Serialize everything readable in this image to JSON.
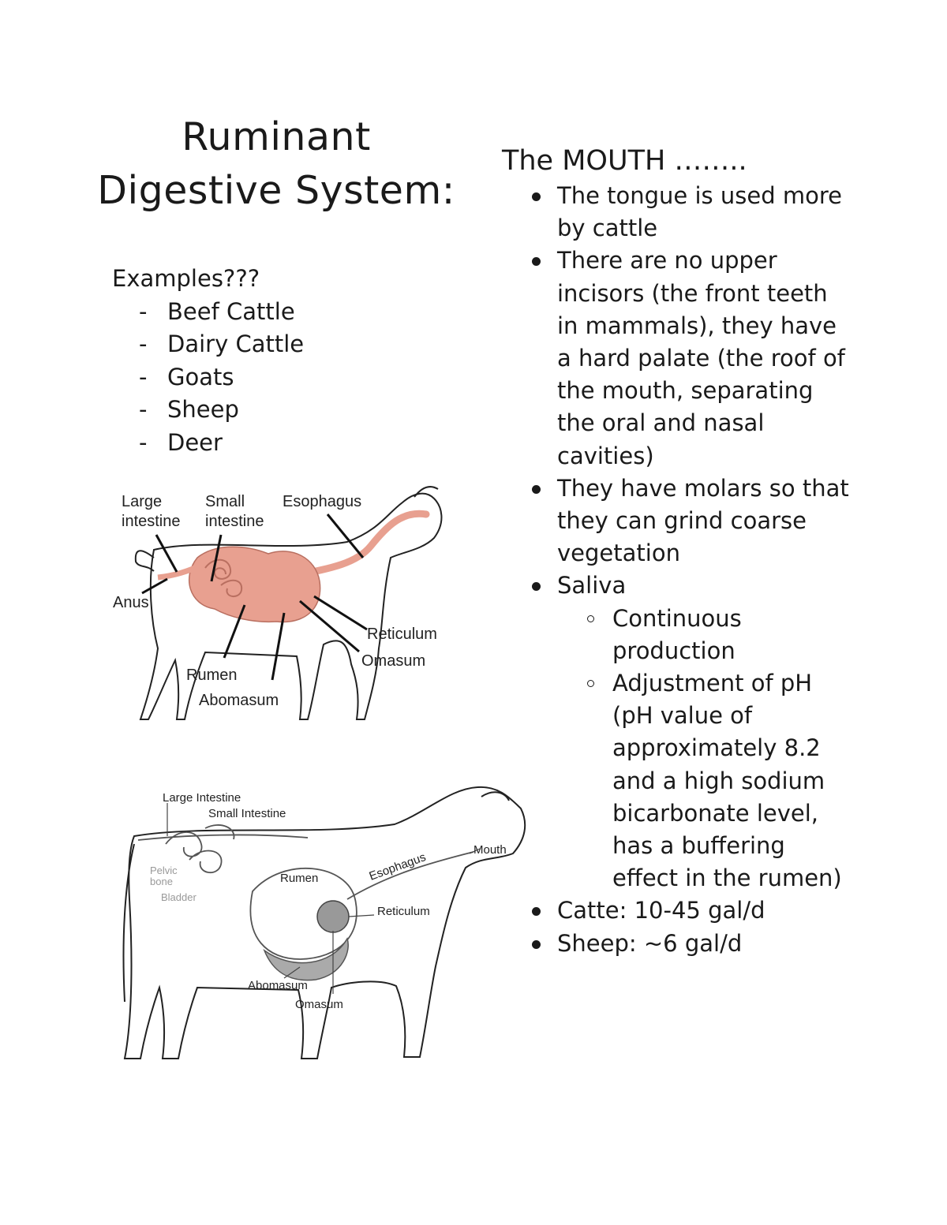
{
  "title": {
    "line1": "Ruminant",
    "line2": "Digestive System:"
  },
  "examples": {
    "heading": "Examples???",
    "items": [
      "Beef Cattle",
      "Dairy Cattle",
      "Goats",
      "Sheep",
      "Deer"
    ]
  },
  "mouth": {
    "heading": "The MOUTH ……..",
    "bullets": [
      "The tongue is used more by cattle",
      "There are no upper incisors (the front teeth in mammals), they have a hard palate (the roof of the mouth, separating the oral and nasal cavities)",
      "They have molars so that they can grind coarse vegetation",
      "Saliva"
    ],
    "saliva_sub": [
      "Continuous production",
      "Adjustment of pH (pH value of approximately 8.2 and a high sodium bicarbonate level, has a buffering effect in the rumen)"
    ],
    "bullets_after": [
      "Catte: 10-45 gal/d",
      "Sheep: ~6 gal/d"
    ]
  },
  "goat_diagram": {
    "labels": {
      "large_intestine_1": "Large",
      "large_intestine_2": "intestine",
      "small_intestine_1": "Small",
      "small_intestine_2": "intestine",
      "esophagus": "Esophagus",
      "anus": "Anus",
      "reticulum": "Reticulum",
      "omasum": "Omasum",
      "rumen": "Rumen",
      "abomasum": "Abomasum"
    },
    "organ_color": "#e8a090"
  },
  "cow_diagram": {
    "labels": {
      "large_intestine": "Large Intestine",
      "small_intestine": "Small Intestine",
      "pelvic_bone_1": "Pelvic",
      "pelvic_bone_2": "bone",
      "bladder": "Bladder",
      "rumen": "Rumen",
      "esophagus": "Esophagus",
      "mouth": "Mouth",
      "reticulum": "Reticulum",
      "abomasum": "Abomasum",
      "omasum": "Omasum"
    }
  }
}
